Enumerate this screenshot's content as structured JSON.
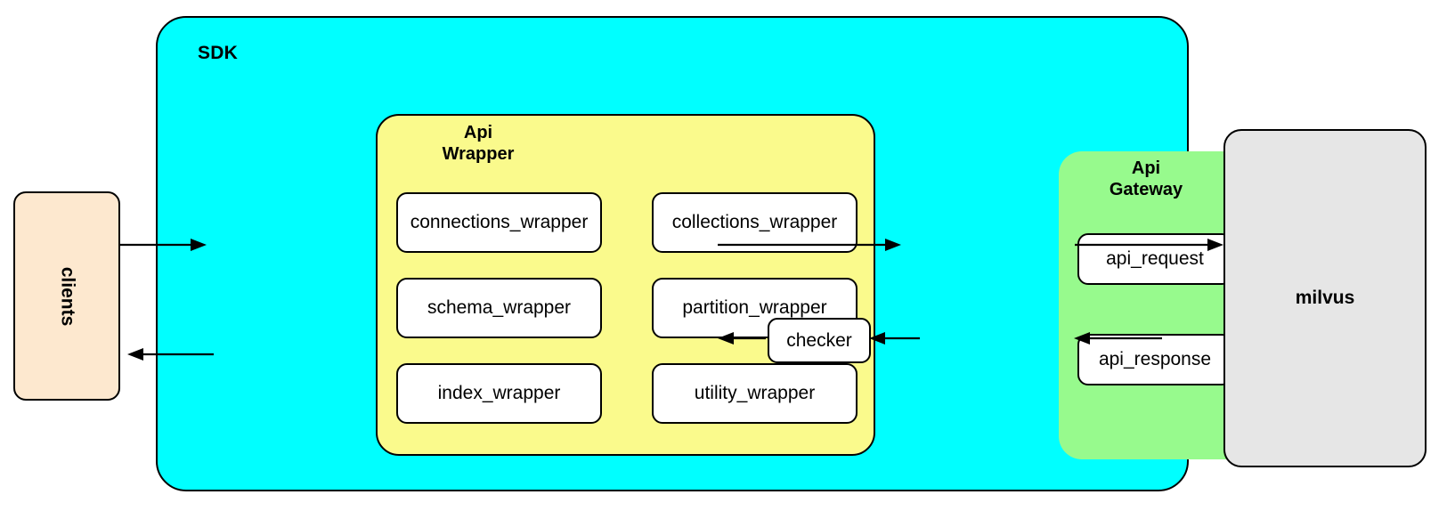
{
  "diagram": {
    "title": "SDK / Api Wrapper / Api Gateway / milvus architecture",
    "colors": {
      "sdk_background": "#00ffff",
      "api_wrapper_background": "#fafa8c",
      "api_gateway_background": "#97fa8d",
      "clients_background": "#fde8cf",
      "milvus_background": "#e6e6e6",
      "node_background": "#ffffff",
      "stroke": "#000000",
      "page_background": "#ffffff"
    }
  },
  "clients": {
    "label": "clients"
  },
  "sdk": {
    "label": "SDK"
  },
  "api_wrapper": {
    "label": "Api\nWrapper",
    "cells": [
      {
        "label": "connections_wrapper"
      },
      {
        "label": "collections_wrapper"
      },
      {
        "label": "schema_wrapper"
      },
      {
        "label": "partition_wrapper"
      },
      {
        "label": "index_wrapper"
      },
      {
        "label": "utility_wrapper"
      }
    ]
  },
  "checker": {
    "label": "checker"
  },
  "api_gateway": {
    "label": "Api\nGateway",
    "cells": [
      {
        "label": "api_request"
      },
      {
        "label": "api_response"
      }
    ]
  },
  "milvus": {
    "label": "milvus"
  },
  "connections": [
    {
      "from": "clients",
      "to": "api_wrapper",
      "direction": "right"
    },
    {
      "from": "api_wrapper",
      "to": "api_gateway",
      "direction": "right"
    },
    {
      "from": "api_request",
      "to": "milvus",
      "direction": "right"
    },
    {
      "from": "milvus",
      "to": "api_response",
      "direction": "left"
    },
    {
      "from": "api_response",
      "to": "checker",
      "direction": "left"
    },
    {
      "from": "checker",
      "to": "api_wrapper",
      "direction": "left"
    },
    {
      "from": "api_wrapper",
      "to": "clients",
      "direction": "left"
    }
  ]
}
